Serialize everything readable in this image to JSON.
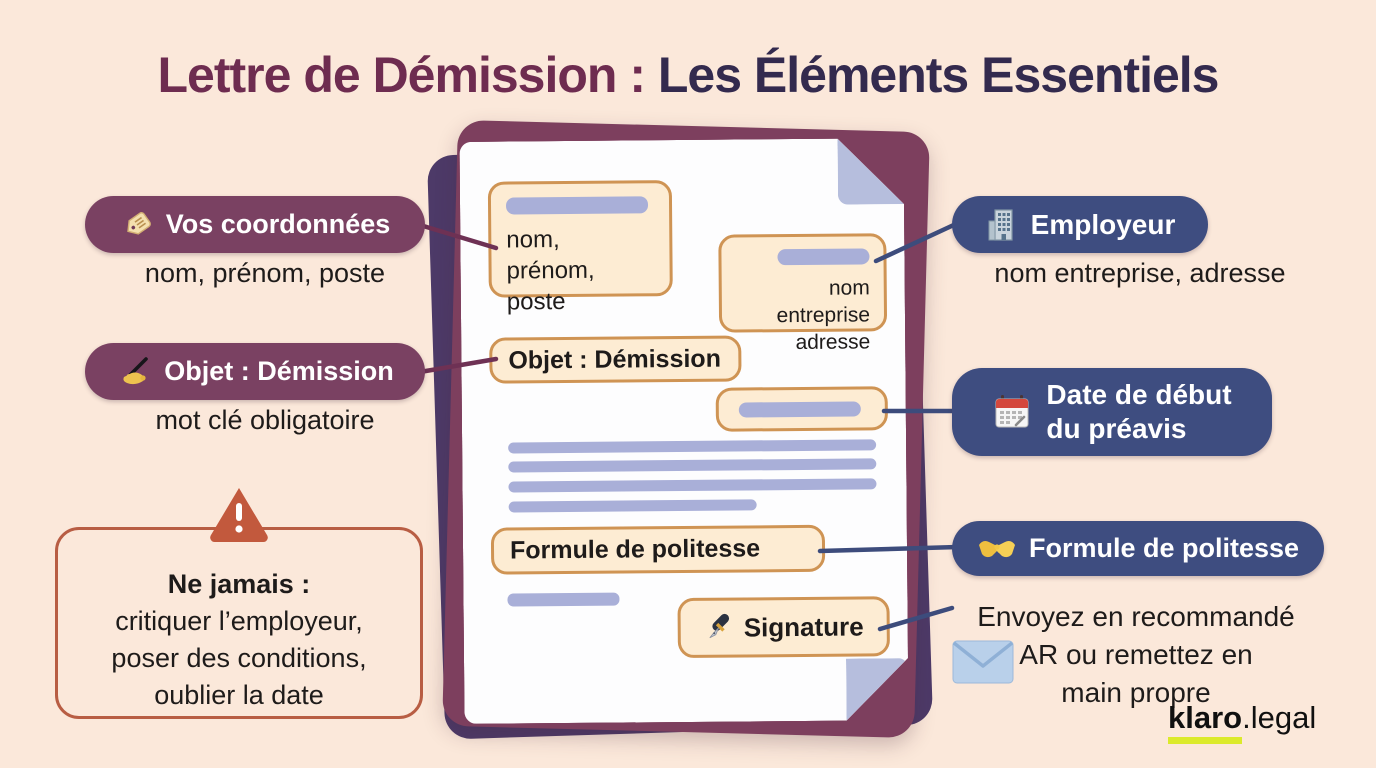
{
  "title": {
    "part1": "Lettre de Démission : ",
    "part2": "Les Éléments Essentiels"
  },
  "left_column": {
    "coordinates_badge": {
      "icon": "tag-icon",
      "label": "Vos coordonnées",
      "subtitle": "nom, prénom, poste"
    },
    "subject_badge": {
      "icon": "writing-hand-icon",
      "label": "Objet : Démission",
      "subtitle": "mot clé obligatoire"
    },
    "warning_box": {
      "icon": "warning-triangle-icon",
      "title": "Ne jamais :",
      "lines": [
        "critiquer l’employeur,",
        "poser des conditions,",
        "oublier la date"
      ]
    }
  },
  "letter": {
    "sender_box": {
      "lines": [
        "nom, prénom,",
        "poste"
      ]
    },
    "recipient_box": {
      "lines": [
        "nom entreprise",
        "adresse"
      ]
    },
    "subject_box": {
      "label": "Objet : Démission"
    },
    "closing_box": {
      "label": "Formule de politesse"
    },
    "signature_box": {
      "icon": "fountain-pen-icon",
      "label": "Signature"
    }
  },
  "right_column": {
    "employer_badge": {
      "icon": "building-icon",
      "label": "Employeur",
      "subtitle": "nom entreprise, adresse"
    },
    "notice_badge": {
      "icon": "calendar-icon",
      "lines": [
        "Date de début",
        "du préavis"
      ]
    },
    "closing_badge": {
      "icon": "handshake-icon",
      "label": "Formule de politesse"
    },
    "delivery_note": {
      "icon": "envelope-icon",
      "lines": [
        "Envoyez en recommandé",
        "AR ou remettez en",
        "main propre"
      ]
    }
  },
  "footer": {
    "brand_name": "klaro",
    "brand_suffix": ".legal"
  },
  "colors": {
    "background": "#fbe8da",
    "title_maroon": "#6e2c50",
    "title_purple": "#332a4e",
    "badge_maroon": "#7a4162",
    "badge_blue": "#3e4d80",
    "box_cream": "#fdecd3",
    "box_border": "#cf9454",
    "placeholder_bar": "#a9afd8",
    "sheet_maroon": "#7d3f5e",
    "sheet_purple": "#4d3a68",
    "fold_blue": "#b6bedd",
    "warning_red": "#c2593d",
    "warning_border": "#b85d43",
    "brand_underline": "#dcea2b"
  }
}
